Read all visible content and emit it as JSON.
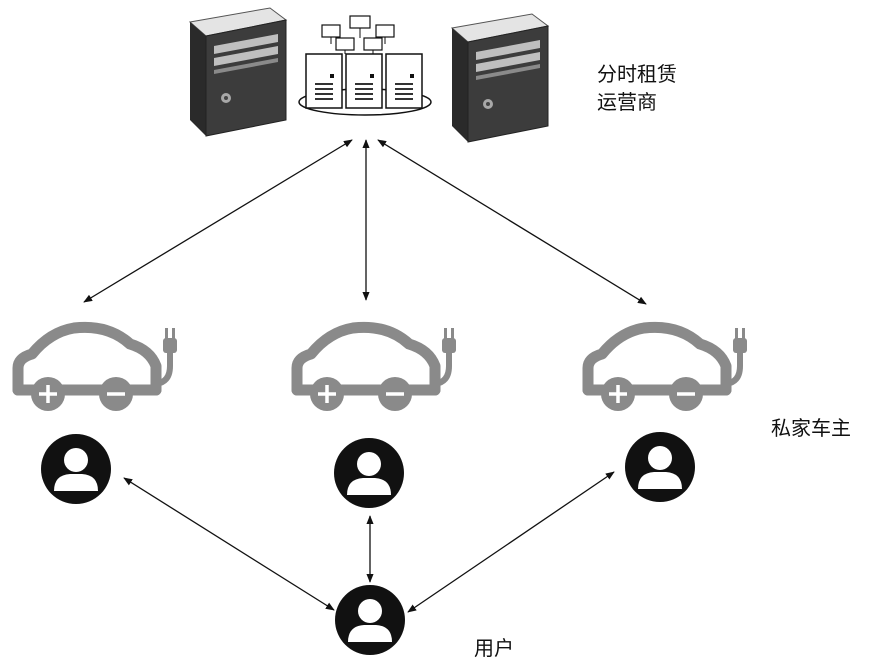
{
  "labels": {
    "operator_line1": "分时租赁",
    "operator_line2": "运营商",
    "private_owner": "私家车主",
    "user": "用户"
  },
  "colors": {
    "line": "#111111",
    "car_outline": "#8a8a8a",
    "server_dark": "#3a3a3a",
    "server_light": "#cfcfcf",
    "avatar": "#111111"
  },
  "icons": {
    "left_server": "server-tower-icon",
    "center_network": "server-cluster-icon",
    "right_server": "server-tower-icon",
    "cars": "electric-car-icon",
    "people": "user-avatar-icon"
  }
}
